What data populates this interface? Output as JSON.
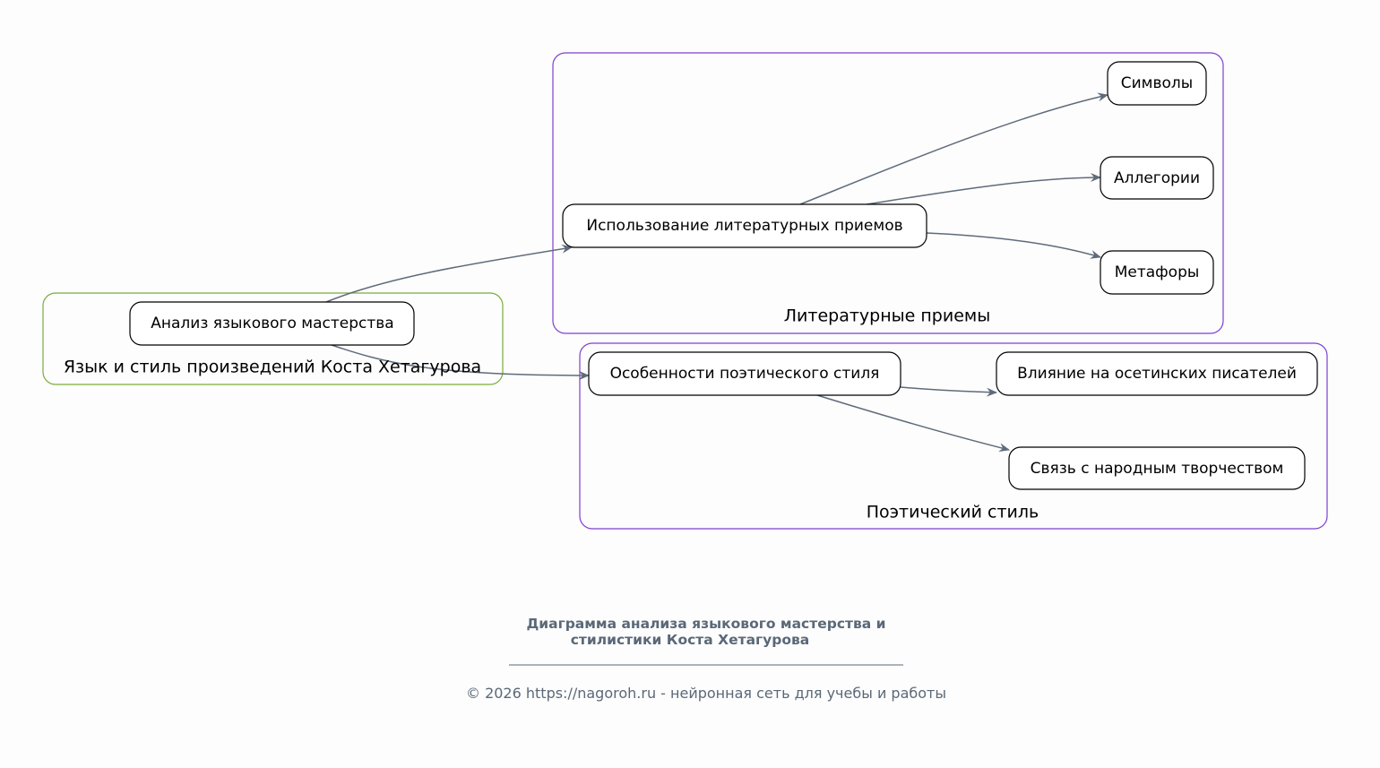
{
  "clusters": {
    "language": {
      "label": "Язык и стиль произведений Коста Хетагурова",
      "color": "#7cab3a"
    },
    "literary": {
      "label": "Литературные приемы",
      "color": "#7e3fd0"
    },
    "poetic": {
      "label": "Поэтический стиль",
      "color": "#7e3fd0"
    }
  },
  "nodes": {
    "analysis": "Анализ языкового мастерства",
    "usage": "Использование литературных приемов",
    "symbols": "Символы",
    "allegories": "Аллегории",
    "metaphors": "Метафоры",
    "features": "Особенности поэтического стиля",
    "influence": "Влияние на осетинских писателей",
    "connection": "Связь с народным творчеством"
  },
  "edges": [
    {
      "from": "analysis",
      "to": "usage"
    },
    {
      "from": "analysis",
      "to": "features"
    },
    {
      "from": "usage",
      "to": "symbols"
    },
    {
      "from": "usage",
      "to": "allegories"
    },
    {
      "from": "usage",
      "to": "metaphors"
    },
    {
      "from": "features",
      "to": "influence"
    },
    {
      "from": "features",
      "to": "connection"
    }
  ],
  "footer": {
    "title_line1": "Диаграмма анализа языкового мастерства и",
    "title_line2": "стилистики Коста Хетагурова",
    "copyright": "© 2026 https://nagoroh.ru - нейронная сеть для учебы и работы"
  },
  "colors": {
    "edge": "#5f6b7a",
    "footer_text": "#5a6878"
  }
}
